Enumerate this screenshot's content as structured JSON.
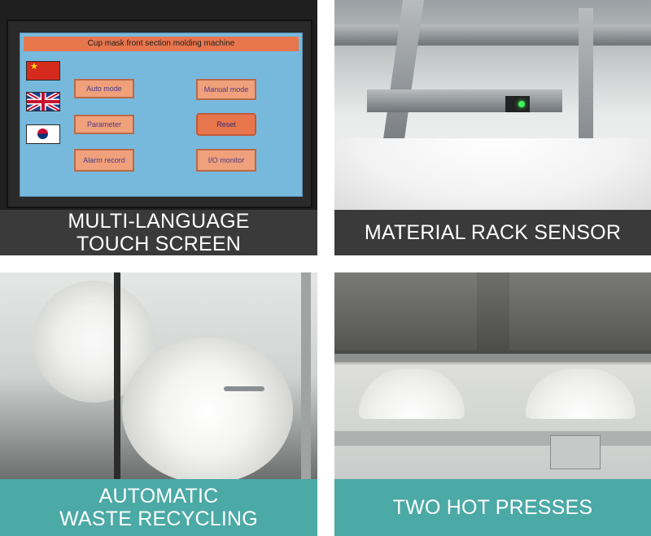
{
  "panels": [
    {
      "caption_lines": [
        "MULTI-LANGUAGE",
        "TOUCH SCREEN"
      ]
    },
    {
      "caption_lines": [
        "MATERIAL RACK SENSOR"
      ]
    },
    {
      "caption_lines": [
        "AUTOMATIC",
        "WASTE RECYCLING"
      ]
    },
    {
      "caption_lines": [
        "TWO HOT PRESSES"
      ]
    }
  ],
  "hmi": {
    "title": "Cup mask front section molding machine",
    "flags": [
      "china-flag-icon",
      "uk-flag-icon",
      "korea-flag-icon"
    ],
    "buttons": {
      "auto_mode": "Auto mode",
      "manual_mode": "Manual mode",
      "parameter": "Parameter",
      "reset": "Reset",
      "alarm_record": "Alarm record",
      "io_monitor": "I/O monitor"
    }
  },
  "colors": {
    "dark_caption_bg": "#3a3a3a",
    "teal_caption_bg": "#4ba9a6",
    "hmi_screen": "#77b9dd",
    "hmi_title_bar": "#e8764d",
    "hmi_button": "#f0a07a",
    "sensor_led": "#3ef05a"
  }
}
